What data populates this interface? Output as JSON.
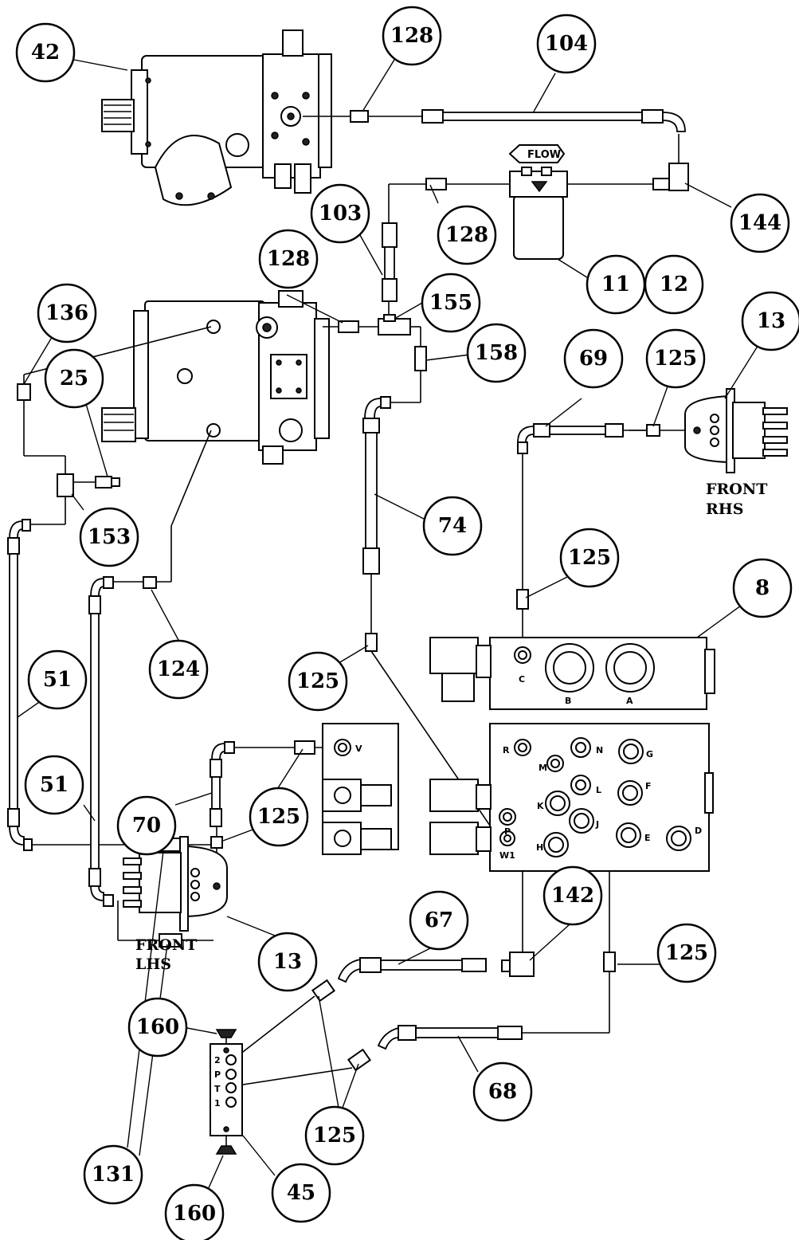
{
  "callouts": [
    {
      "id": "c42",
      "label": "42"
    },
    {
      "id": "c128a",
      "label": "128"
    },
    {
      "id": "c104",
      "label": "104"
    },
    {
      "id": "c103",
      "label": "103"
    },
    {
      "id": "c128b",
      "label": "128"
    },
    {
      "id": "c144",
      "label": "144"
    },
    {
      "id": "c128c",
      "label": "128"
    },
    {
      "id": "c155",
      "label": "155"
    },
    {
      "id": "c11",
      "label": "11"
    },
    {
      "id": "c12",
      "label": "12"
    },
    {
      "id": "c136",
      "label": "136"
    },
    {
      "id": "c158",
      "label": "158"
    },
    {
      "id": "c69",
      "label": "69"
    },
    {
      "id": "c125a",
      "label": "125"
    },
    {
      "id": "c13a",
      "label": "13"
    },
    {
      "id": "c25",
      "label": "25"
    },
    {
      "id": "c153",
      "label": "153"
    },
    {
      "id": "c74",
      "label": "74"
    },
    {
      "id": "c125b",
      "label": "125"
    },
    {
      "id": "c8",
      "label": "8"
    },
    {
      "id": "c124",
      "label": "124"
    },
    {
      "id": "c51a",
      "label": "51"
    },
    {
      "id": "c125c",
      "label": "125"
    },
    {
      "id": "c51b",
      "label": "51"
    },
    {
      "id": "c70",
      "label": "70"
    },
    {
      "id": "c125d",
      "label": "125"
    },
    {
      "id": "c13b",
      "label": "13"
    },
    {
      "id": "c67",
      "label": "67"
    },
    {
      "id": "c142",
      "label": "142"
    },
    {
      "id": "c125e",
      "label": "125"
    },
    {
      "id": "c160a",
      "label": "160"
    },
    {
      "id": "c68",
      "label": "68"
    },
    {
      "id": "c125f",
      "label": "125"
    },
    {
      "id": "c131",
      "label": "131"
    },
    {
      "id": "c45",
      "label": "45"
    },
    {
      "id": "c160b",
      "label": "160"
    }
  ],
  "labels": {
    "flow": "FLOW",
    "front_rhs_1": "FRONT",
    "front_rhs_2": "RHS",
    "front_lhs_1": "FRONT",
    "front_lhs_2": "LHS"
  },
  "valve_8_ports": {
    "c": "C",
    "b": "B",
    "a": "A"
  },
  "manifold_ports": {
    "r": "R",
    "n": "N",
    "g": "G",
    "m": "M",
    "l": "L",
    "f": "F",
    "k": "K",
    "j": "J",
    "p": "P",
    "h": "H",
    "e": "E",
    "d": "D",
    "w1": "W1"
  },
  "small_valve_ports": {
    "v": "V"
  },
  "block_45_ports": {
    "p2": "2",
    "pp": "P",
    "pt": "T",
    "p1": "1"
  }
}
